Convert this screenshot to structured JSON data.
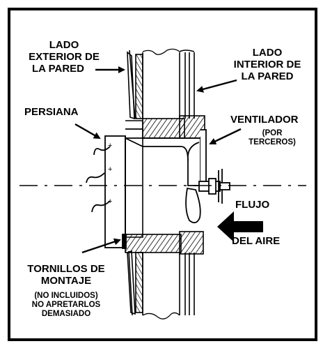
{
  "labels": {
    "exterior_l1": "LADO",
    "exterior_l2": "EXTERIOR DE",
    "exterior_l3": "LA PARED",
    "interior_l1": "LADO",
    "interior_l2": "INTERIOR DE",
    "interior_l3": "LA PARED",
    "persiana": "PERSIANA",
    "ventilador": "VENTILADOR",
    "por_l1": "(POR",
    "por_l2": "TERCEROS)",
    "flujo": "FLUJO",
    "del_aire": "DEL AIRE",
    "tornillos_l1": "TORNILLOS DE",
    "tornillos_l2": "MONTAJE",
    "incl_l1": "(NO INCLUIDOS)",
    "incl_l2": "NO APRETARLOS",
    "incl_l3": "DEMASIADO"
  }
}
